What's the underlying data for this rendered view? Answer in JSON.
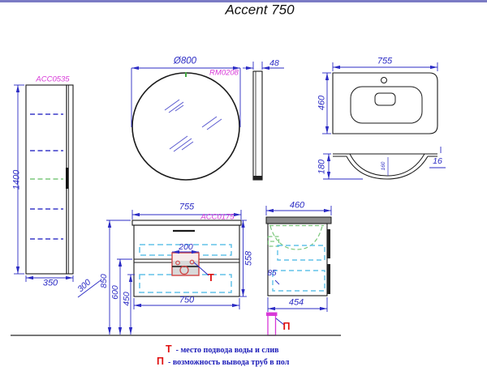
{
  "title": "Accent 750",
  "components": {
    "tall_cabinet": {
      "code": "ACC0535",
      "height": "1400",
      "width": "350",
      "depth": "300"
    },
    "mirror": {
      "diameter": "Ø800",
      "code": "RM0208",
      "thickness": "48"
    },
    "washbasin": {
      "width": "755",
      "depth": "460",
      "height": "180",
      "bowl_depth": "160",
      "edge": "16"
    },
    "vanity_front": {
      "width_top": "755",
      "code": "ACC0175",
      "cutout_width": "200",
      "height": "558",
      "height_850": "850",
      "height_600": "600",
      "height_450": "450",
      "width_bottom": "750",
      "marker": "Т"
    },
    "vanity_side": {
      "depth": "460",
      "note_85": "85",
      "depth_bottom": "454",
      "marker": "П"
    }
  },
  "legend": {
    "t_symbol": "Т",
    "t_text": "- место подвода воды и слив",
    "p_symbol": "П",
    "p_text": "- возможность вывода труб в пол"
  },
  "colors": {
    "dimension": "#2b2bc4",
    "code_label": "#d838d8",
    "marker": "#e01010",
    "drawer_dashed": "#62c2e8",
    "shelf_dashed": "#3a3ac8",
    "sink_profile_dashed": "#7cc87c",
    "top_border": "#7b7bc4",
    "pipe": "#d838d8",
    "legend_text": "#1a1ab8"
  }
}
